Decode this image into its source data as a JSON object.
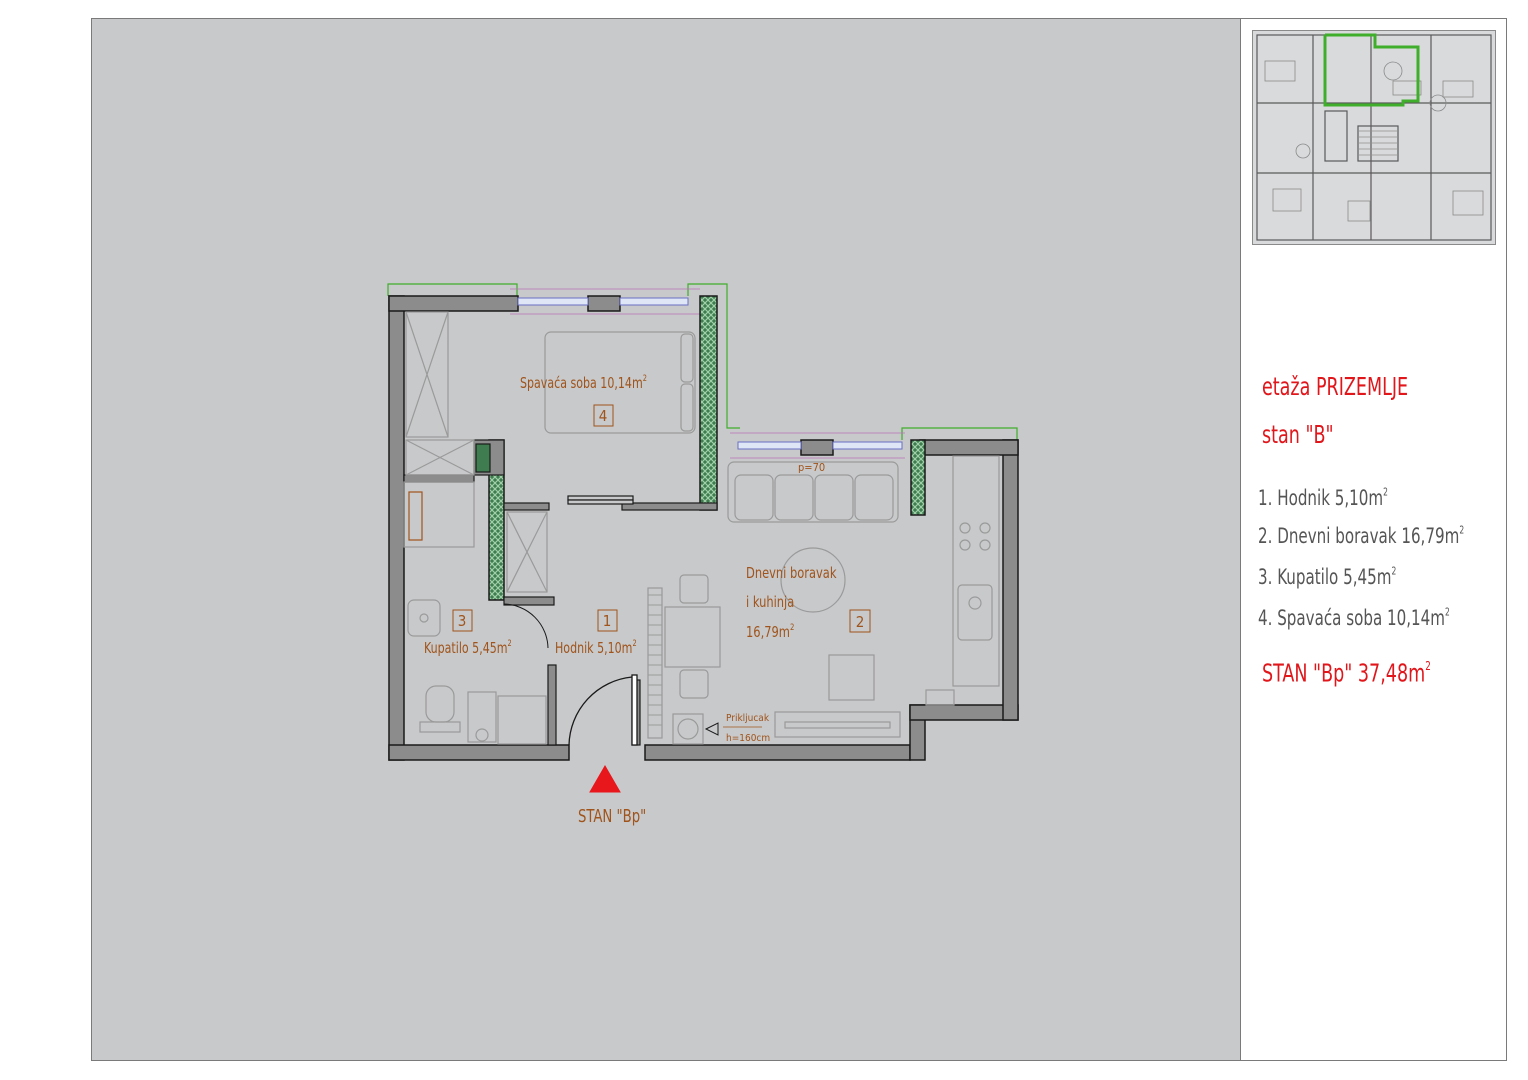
{
  "header": {
    "floor": "etaža PRIZEMLJE",
    "unit": "stan \"B\""
  },
  "rooms": [
    {
      "label": "1. Hodnik 5,10m",
      "sup": "2"
    },
    {
      "label": "2. Dnevni boravak 16,79m",
      "sup": "2"
    },
    {
      "label": "3. Kupatilo 5,45m",
      "sup": "2"
    },
    {
      "label": "4. Spavaća soba 10,14m",
      "sup": "2"
    }
  ],
  "total": {
    "label": "STAN \"Bp\" 37,48m",
    "sup": "2"
  },
  "plan": {
    "bedroom_label": "Spavaća soba 10,14m",
    "bedroom_num": "4",
    "living_label_1": "Dnevni boravak",
    "living_label_2": "i kuhinja",
    "living_label_3": "16,79m",
    "living_num": "2",
    "hall_label": "Hodnik 5,10m",
    "hall_num": "1",
    "bath_label": "Kupatilo 5,45m",
    "bath_num": "3",
    "window_note": "p=70",
    "connection_1": "Prikljucak",
    "connection_2": "h=160cm",
    "entrance": "STAN \"Bp\"",
    "sq": "2"
  },
  "colors": {
    "background": "#c8c9cb",
    "wall": "#8c8c8c",
    "wall_hatch": "#4d8a5a",
    "label": "#a0541b",
    "accent_red": "#e0161b",
    "highlight_green": "#3fae2a"
  }
}
